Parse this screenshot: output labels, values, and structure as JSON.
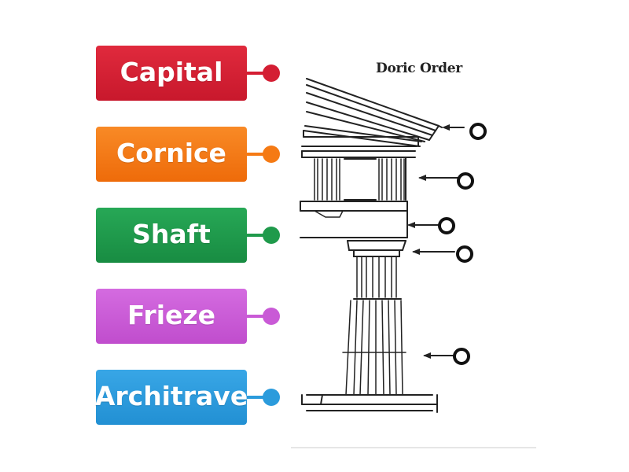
{
  "diagram": {
    "title": "Doric Order"
  },
  "labels": [
    {
      "text": "Capital",
      "color": "#d41e33",
      "dot": "#d41e33"
    },
    {
      "text": "Cornice",
      "color": "#f57a14",
      "dot": "#f57a14"
    },
    {
      "text": "Shaft",
      "color": "#1f9a4b",
      "dot": "#1f9a4b"
    },
    {
      "text": "Frieze",
      "color": "#c95ad6",
      "dot": "#c95ad6"
    },
    {
      "text": "Architrave",
      "color": "#2b9bdc",
      "dot": "#2b9bdc"
    }
  ],
  "targets": {
    "count": 5,
    "icon": "hollow-circle-target"
  },
  "colors": {
    "line": "#222222",
    "target_ring": "#111111"
  }
}
